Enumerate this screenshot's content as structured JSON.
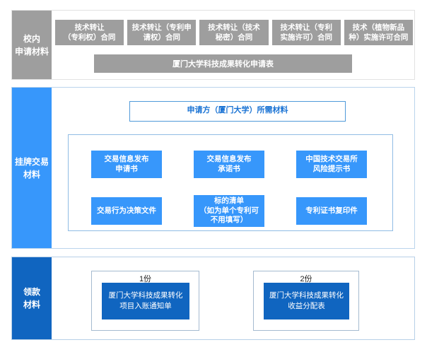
{
  "colors": {
    "gray_block": "#9e9e9e",
    "gray_section_border": "#e2e2e2",
    "azure_blue": "#3797fb",
    "dark_blue": "#1065c0",
    "light_blue_border": "#bad4ec",
    "inner_panel_border": "#90bce4",
    "applicant_box_border": "#509ad9",
    "applicant_text": "#1a73d4"
  },
  "sections": {
    "campus": {
      "sidebar_label": "校内\n申请材料",
      "contracts": [
        "技术转让\n（专利权）合同",
        "技术转让（专利申\n请权）合同",
        "技术转让（技术\n秘密）合同",
        "技术转让（专利\n实施许可）合同",
        "技术（植物新品\n种）实施许可合同"
      ],
      "application_form": "厦门大学科技成果转化申请表"
    },
    "listing": {
      "sidebar_label": "挂牌交易\n材料",
      "applicant_header": "申请方（厦门大学）所需材料",
      "documents": [
        "交易信息发布\n申请书",
        "交易信息发布\n承诺书",
        "中国技术交易所\n风险提示书",
        "交易行为决策文件",
        "标的清单\n（如为单个专利可\n不用填写）",
        "专利证书复印件"
      ]
    },
    "payment": {
      "sidebar_label": "领款\n材料",
      "groups": [
        {
          "count": "1份",
          "doc": "厦门大学科技成果转化\n项目入账通知单"
        },
        {
          "count": "2份",
          "doc": "厦门大学科技成果转化\n收益分配表"
        }
      ]
    }
  }
}
